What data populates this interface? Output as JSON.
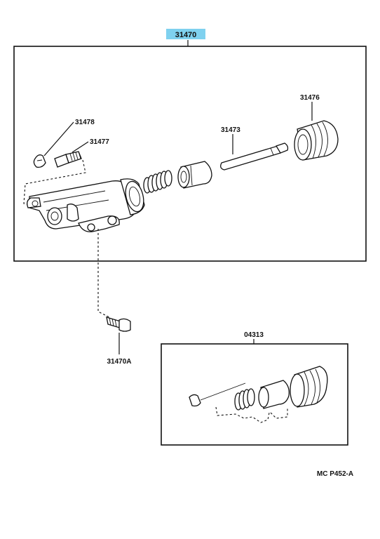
{
  "diagram": {
    "assembly_label": "31470",
    "highlight_color": "#7fd1ef",
    "parts": {
      "bleeder_cap": "31478",
      "bleeder_plug": "31477",
      "push_rod": "31473",
      "boot": "31476",
      "bolt": "31470A",
      "repair_kit": "04313"
    },
    "reference_code": "MC  P452-A"
  }
}
